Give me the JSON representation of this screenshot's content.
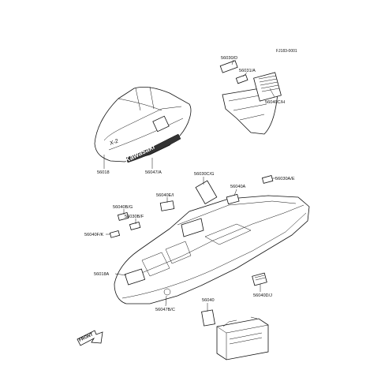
{
  "diagram": {
    "code": "FJ183-0001",
    "front_mark": "FRONT",
    "brand_on_hood": "Kawasaki",
    "model_on_hood": "X-2",
    "labels": {
      "l56030D": "56030/D",
      "l56031A": "56031/A",
      "l56040CH": "56040C/H",
      "l56018": "56018",
      "l56047A": "56047/A",
      "l56030CG": "56030C/G",
      "l56040A": "56040A",
      "l56030AE": "56030A/E",
      "l56040EI": "56040E/I",
      "l56040BG": "56040B/G",
      "l56030BF": "56030B/F",
      "l56040FK": "56040F/K",
      "l56018A": "56018A",
      "l56040DJ": "56040D/J",
      "l56047BC": "56047B/C",
      "l56040": "56040"
    }
  }
}
